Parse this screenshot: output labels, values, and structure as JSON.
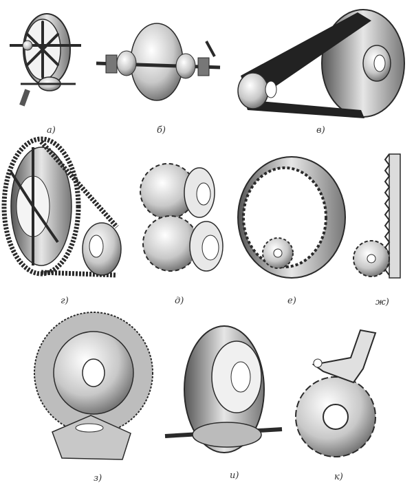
{
  "labels": {
    "a": "а)",
    "b": "б)",
    "v": "в)",
    "g": "г)",
    "d": "д)",
    "e": "е)",
    "zh": "ж)",
    "z": "з)",
    "i": "и)",
    "k": "к)"
  },
  "colors": {
    "ink": "#2a2a2a",
    "mid": "#8a8a8a",
    "light": "#d8d8d8",
    "paper": "#ffffff"
  }
}
